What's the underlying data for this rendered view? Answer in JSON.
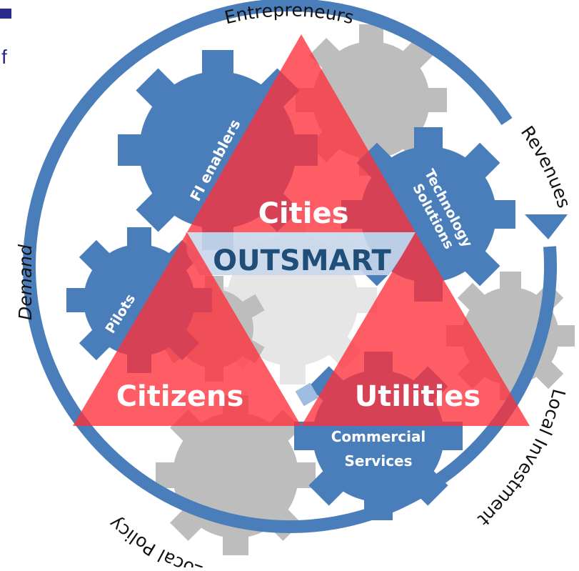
{
  "colors": {
    "ring": "#4a7ebb",
    "gear_blue": "#4a7ebb",
    "gear_grey": "#bdbdbd",
    "gear_light": "#e6e6e6",
    "triangle_red": "#ff2f3a",
    "center_band": "#c9d7ea",
    "title_text": "#1f4e79",
    "white_text": "#ffffff",
    "dark_text": "#111111"
  },
  "ring_labels": {
    "entrepreneurs": "Entrepreneurs",
    "revenues": "Revenues",
    "local_investment": "Local Investment",
    "local_policy": "Local Policy",
    "demand": "Demand"
  },
  "triangles": {
    "top": "Cities",
    "left": "Citizens",
    "right": "Utilities",
    "center": "OUTSMART"
  },
  "gears": {
    "fi_enablers": "FI enablers",
    "technology_line1": "Technology",
    "technology_line2": "Solutions",
    "pilots": "Pilots",
    "commercial_line1": "Commercial",
    "commercial_line2": "Services"
  },
  "edge_fragment": "f"
}
